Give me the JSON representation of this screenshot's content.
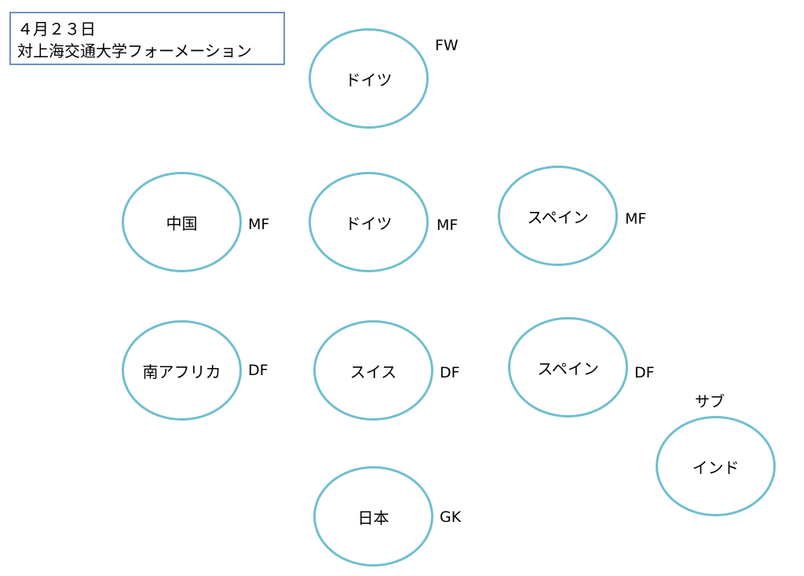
{
  "title": {
    "line1": "４月２３日",
    "line2": "対上海交通大学フォーメーション"
  },
  "players": [
    {
      "id": "fw",
      "name": "ドイツ",
      "position": "FW"
    },
    {
      "id": "mf-left",
      "name": "中国",
      "position": "MF"
    },
    {
      "id": "mf-center",
      "name": "ドイツ",
      "position": "MF"
    },
    {
      "id": "mf-right",
      "name": "スペイン",
      "position": "MF"
    },
    {
      "id": "df-left",
      "name": "南アフリカ",
      "position": "DF"
    },
    {
      "id": "df-center",
      "name": "スイス",
      "position": "DF"
    },
    {
      "id": "df-right",
      "name": "スペイン",
      "position": "DF"
    },
    {
      "id": "gk",
      "name": "日本",
      "position": "GK"
    },
    {
      "id": "sub",
      "name": "インド",
      "position": "サブ"
    }
  ],
  "colors": {
    "circle_border": "#6fbfcf",
    "title_border": "#6f8fc2"
  }
}
